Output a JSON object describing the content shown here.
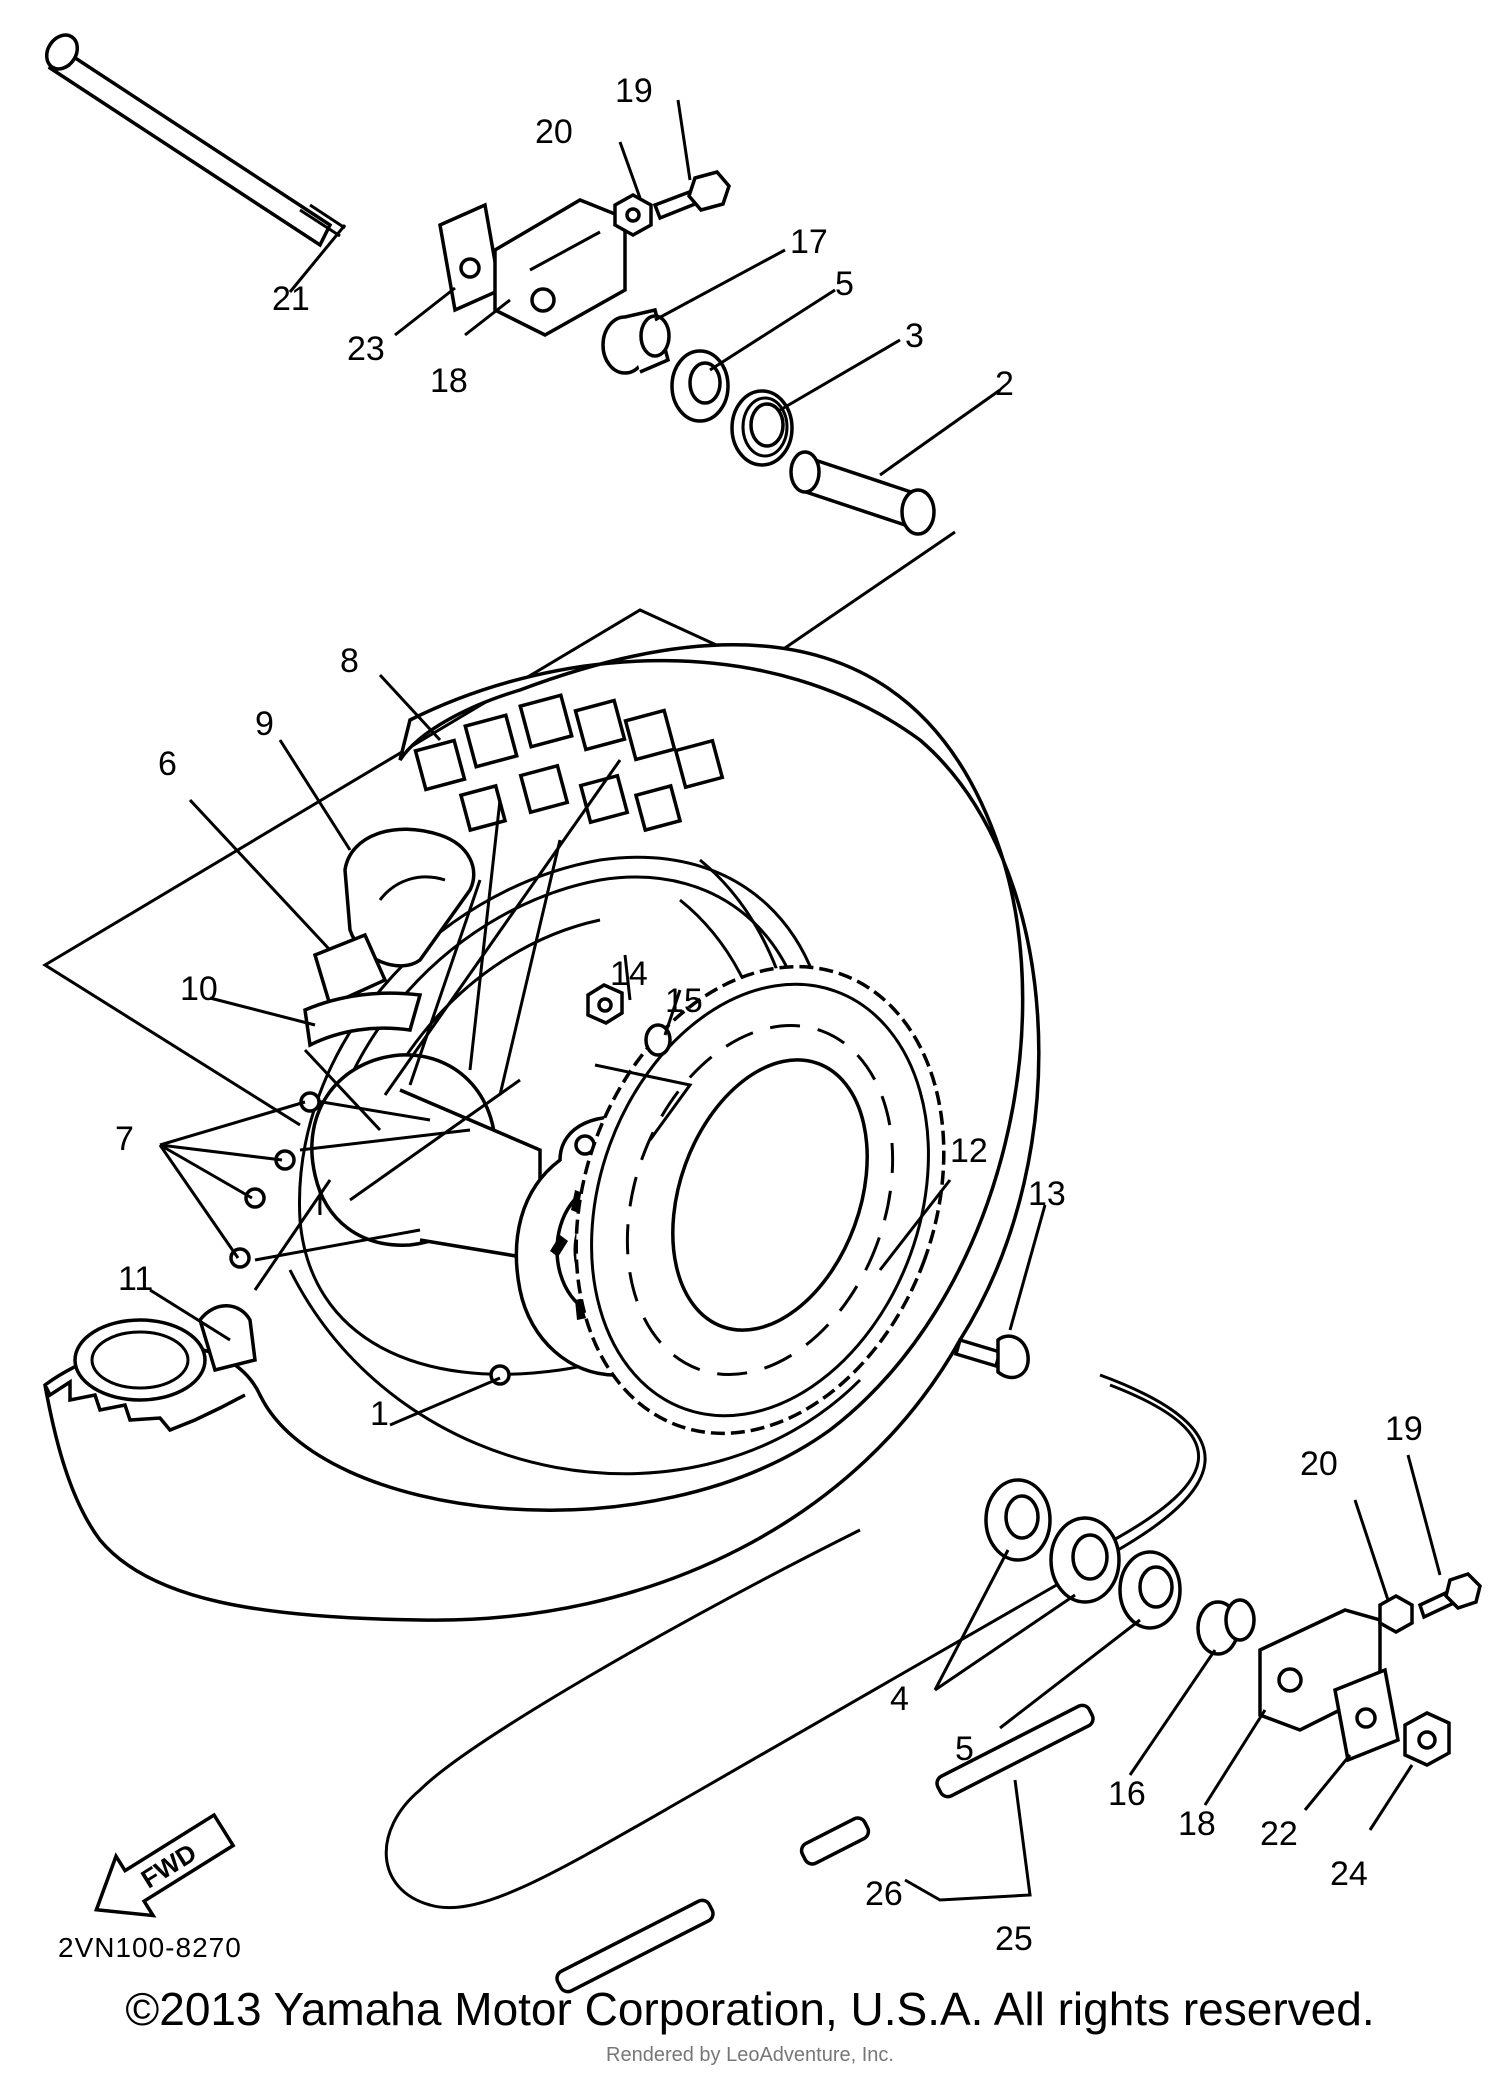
{
  "callouts": [
    {
      "id": "c1",
      "text": "1"
    },
    {
      "id": "c2",
      "text": "2"
    },
    {
      "id": "c3",
      "text": "3"
    },
    {
      "id": "c4",
      "text": "4"
    },
    {
      "id": "c5a",
      "text": "5"
    },
    {
      "id": "c5b",
      "text": "5"
    },
    {
      "id": "c6",
      "text": "6"
    },
    {
      "id": "c7",
      "text": "7"
    },
    {
      "id": "c8",
      "text": "8"
    },
    {
      "id": "c9",
      "text": "9"
    },
    {
      "id": "c10",
      "text": "10"
    },
    {
      "id": "c11",
      "text": "11"
    },
    {
      "id": "c12",
      "text": "12"
    },
    {
      "id": "c13",
      "text": "13"
    },
    {
      "id": "c14",
      "text": "14"
    },
    {
      "id": "c15",
      "text": "15"
    },
    {
      "id": "c16",
      "text": "16"
    },
    {
      "id": "c17",
      "text": "17"
    },
    {
      "id": "c18a",
      "text": "18"
    },
    {
      "id": "c18b",
      "text": "18"
    },
    {
      "id": "c19a",
      "text": "19"
    },
    {
      "id": "c19b",
      "text": "19"
    },
    {
      "id": "c20a",
      "text": "20"
    },
    {
      "id": "c20b",
      "text": "20"
    },
    {
      "id": "c21",
      "text": "21"
    },
    {
      "id": "c22",
      "text": "22"
    },
    {
      "id": "c23",
      "text": "23"
    },
    {
      "id": "c24",
      "text": "24"
    },
    {
      "id": "c25",
      "text": "25"
    },
    {
      "id": "c26",
      "text": "26"
    }
  ],
  "fwd_label": "FWD",
  "part_code": "2VN100-8270",
  "copyright": "©2013 Yamaha Motor Corporation, U.S.A. All rights reserved.",
  "watermark": "Rendered by LeoAdventure, Inc."
}
